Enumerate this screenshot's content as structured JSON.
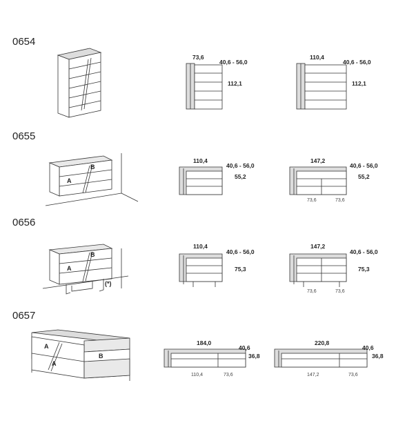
{
  "sections": [
    {
      "code": "0654",
      "variants": [
        {
          "width": "73,6",
          "depth": "40,6 - 56,0",
          "height": "112,1"
        },
        {
          "width": "110,4",
          "depth": "40,6 - 56,0",
          "height": "112,1"
        }
      ]
    },
    {
      "code": "0655",
      "labels": [
        "B",
        "A"
      ],
      "variants": [
        {
          "width": "110,4",
          "depth": "40,6 - 56,0",
          "height": "55,2"
        },
        {
          "width": "147,2",
          "depth": "40,6 - 56,0",
          "height": "55,2",
          "sub": [
            "73,6",
            "73,6"
          ]
        }
      ]
    },
    {
      "code": "0656",
      "labels": [
        "B",
        "A"
      ],
      "note": "(*)",
      "variants": [
        {
          "width": "110,4",
          "depth": "40,6 - 56,0",
          "height": "75,3"
        },
        {
          "width": "147,2",
          "depth": "40,6 - 56,0",
          "height": "75,3",
          "sub": [
            "73,6",
            "73,6"
          ]
        }
      ]
    },
    {
      "code": "0657",
      "labels": [
        "A",
        "B",
        "A"
      ],
      "variants": [
        {
          "width": "184,0",
          "depth": "40,6",
          "height": "36,8",
          "sub": [
            "110,4",
            "73,6"
          ]
        },
        {
          "width": "220,8",
          "depth": "40,6",
          "height": "36,8",
          "sub": [
            "147,2",
            "73,6"
          ]
        }
      ]
    }
  ]
}
